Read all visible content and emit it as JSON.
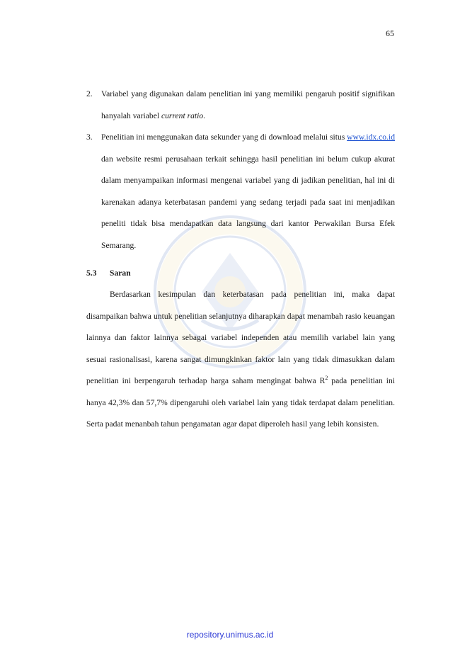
{
  "page_number": "65",
  "items": [
    {
      "number": "2.",
      "text_before": "Variabel yang digunakan dalam penelitian ini yang memiliki pengaruh positif signifikan hanyalah variabel ",
      "emphasis": "current ratio",
      "text_after": "."
    },
    {
      "number": "3.",
      "text_before": "Penelitian ini menggunakan data sekunder yang di download melalui situs ",
      "link": "www.idx.co.id",
      "text_after": " dan website resmi perusahaan terkait sehingga hasil penelitian ini belum cukup akurat dalam menyampaikan informasi mengenai variabel yang di jadikan penelitian, hal ini di karenakan adanya keterbatasan pandemi yang sedang terjadi pada saat ini menjadikan peneliti tidak bisa mendapatkan data langsung dari kantor Perwakilan Bursa Efek Semarang."
    }
  ],
  "section": {
    "number": "5.3",
    "title": "Saran",
    "paragraph_before_sup": "Berdasarkan kesimpulan dan keterbatasan pada penelitian ini, maka dapat disampaikan  bahwa untuk penelitian selanjutnya diharapkan dapat menambah rasio keuangan lainnya dan faktor lainnya sebagai variabel independen atau memilih variabel lain yang sesuai rasionalisasi, karena sangat dimungkinkan faktor lain yang tidak dimasukkan dalam penelitian ini berpengaruh terhadap harga saham mengingat bahwa R",
    "superscript": "2",
    "paragraph_after_sup": " pada penelitian ini hanya 42,3% dan 57,7% dipengaruhi oleh variabel lain yang tidak terdapat dalam penelitian. Serta padat menanbah tahun pengamatan agar dapat diperoleh hasil yang lebih konsisten."
  },
  "footer": "repository.unimus.ac.id",
  "colors": {
    "link": "#1a4fd0",
    "footer": "#2e3bd6",
    "watermark": "#1f4fa8"
  }
}
